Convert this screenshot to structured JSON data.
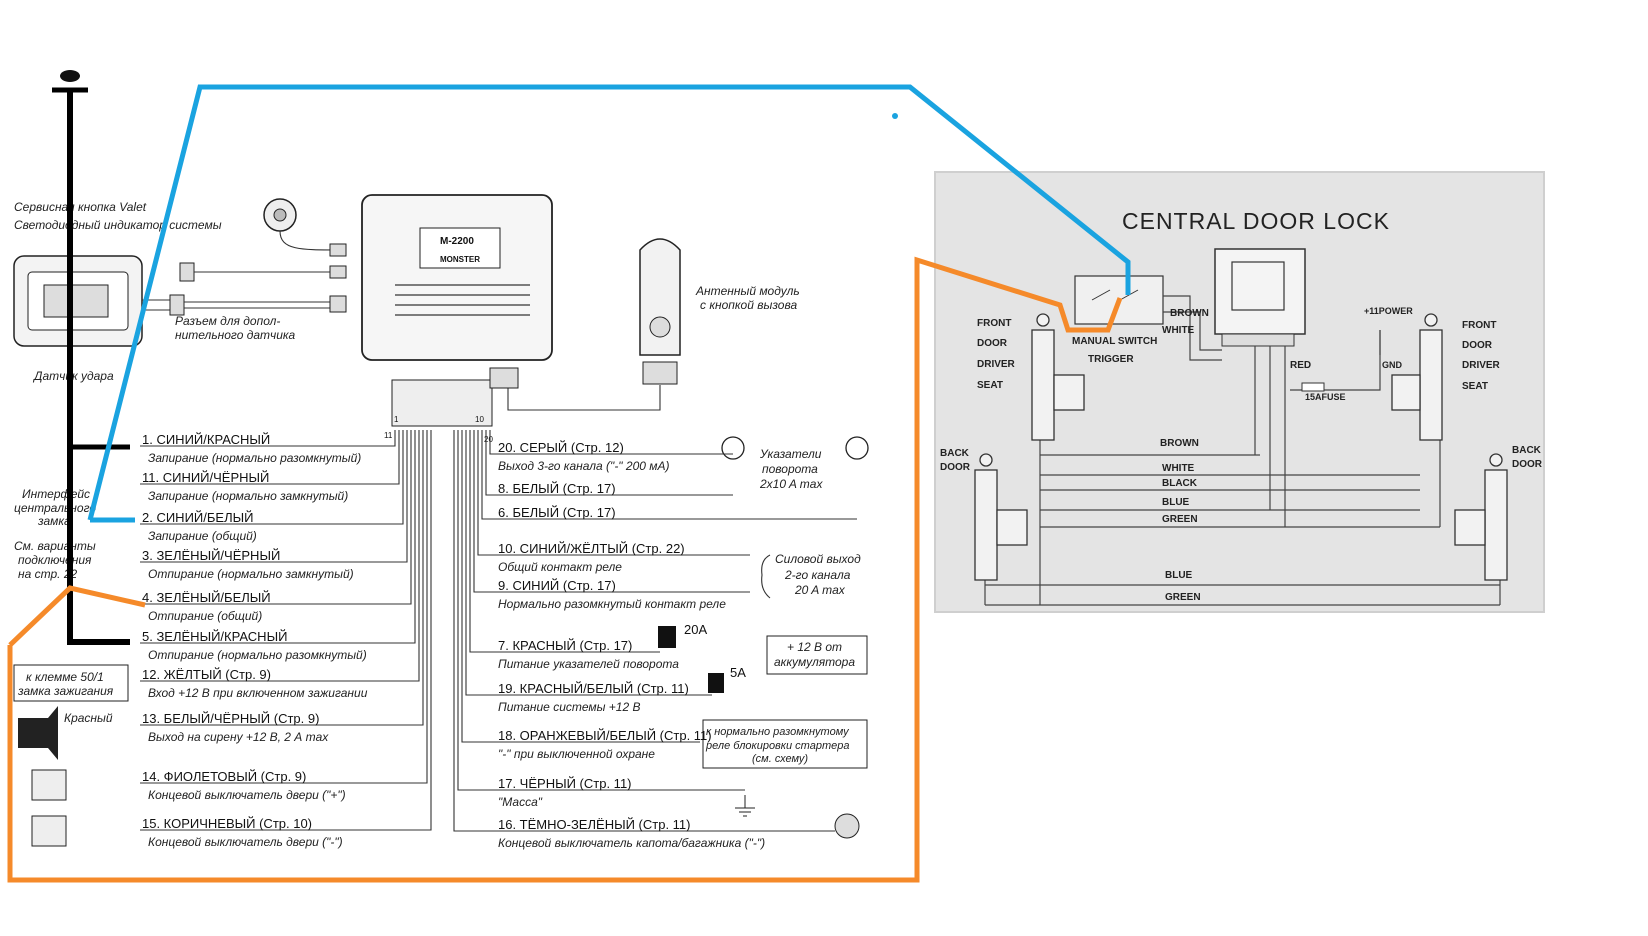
{
  "alarm": {
    "unit_model": "M-2200",
    "unit_brand": "MONSTER",
    "labels": {
      "valet_button": "Сервисная кнопка Valet",
      "led_indicator": "Светодиодный индикатор системы",
      "extra_sensor_1": "Разъем для допол-",
      "extra_sensor_2": "нительного датчика",
      "shock_sensor": "Датчик удара",
      "antenna_1": "Антенный модуль",
      "antenna_2": "с кнопкой вызова",
      "central_lock_1": "Интерфейс",
      "central_lock_2": "центрального",
      "central_lock_3": "замка.",
      "see_variants_1": "См. варианты",
      "see_variants_2": "подключения",
      "see_variants_3": "на стр. 22",
      "turn_signals_1": "Указатели",
      "turn_signals_2": "поворота",
      "turn_signals_3": "2x10 A max",
      "ch2_1": "Силовой выход",
      "ch2_2": "2-го канала",
      "ch2_3": "20 A max",
      "battery_1": "+ 12 В от",
      "battery_2": "аккумулятора",
      "ignition_1": "к клемме 50/1",
      "ignition_2": "замка зажигания",
      "siren": "Красный",
      "relay_1": "к нормально разомкнутому",
      "relay_2": "реле блокировки стартера",
      "relay_3": "(см. схему)",
      "fuse_20a": "20A",
      "fuse_5a": "5A",
      "pin_1": "1",
      "pin_10": "10",
      "pin_11": "11",
      "pin_20": "20"
    },
    "left_wires": [
      {
        "name": "1. СИНИЙ/КРАСНЫЙ",
        "desc": "Запирание (нормально разомкнутый)"
      },
      {
        "name": "11. СИНИЙ/ЧЁРНЫЙ",
        "desc": "Запирание (нормально замкнутый)"
      },
      {
        "name": "2. СИНИЙ/БЕЛЫЙ",
        "desc": "Запирание (общий)"
      },
      {
        "name": "3. ЗЕЛЁНЫЙ/ЧЁРНЫЙ",
        "desc": "Отпирание (нормально замкнутый)"
      },
      {
        "name": "4. ЗЕЛЁНЫЙ/БЕЛЫЙ",
        "desc": "Отпирание (общий)"
      },
      {
        "name": "5. ЗЕЛЁНЫЙ/КРАСНЫЙ",
        "desc": "Отпирание (нормально разомкнутый)"
      },
      {
        "name": "12. ЖЁЛТЫЙ (Стр. 9)",
        "desc": "Вход +12 В при включенном зажигании"
      },
      {
        "name": "13. БЕЛЫЙ/ЧЁРНЫЙ (Стр. 9)",
        "desc": "Выход на сирену +12 В, 2 А max"
      },
      {
        "name": "14. ФИОЛЕТОВЫЙ (Стр. 9)",
        "desc": "Концевой выключатель двери (\"+\")"
      },
      {
        "name": "15. КОРИЧНЕВЫЙ (Стр. 10)",
        "desc": "Концевой выключатель двери (\"-\")"
      }
    ],
    "right_wires": [
      {
        "name": "20. СЕРЫЙ (Стр. 12)",
        "desc": "Выход 3-го канала (\"-\" 200 мА)"
      },
      {
        "name": "8. БЕЛЫЙ (Стр. 17)",
        "desc": ""
      },
      {
        "name": "6. БЕЛЫЙ (Стр. 17)",
        "desc": ""
      },
      {
        "name": "10. СИНИЙ/ЖЁЛТЫЙ (Стр. 22)",
        "desc": "Общий контакт реле"
      },
      {
        "name": "9. СИНИЙ (Стр. 17)",
        "desc": "Нормально разомкнутый контакт реле"
      },
      {
        "name": "7. КРАСНЫЙ (Стр. 17)",
        "desc": "Питание указателей поворота"
      },
      {
        "name": "19. КРАСНЫЙ/БЕЛЫЙ (Стр. 11)",
        "desc": "Питание системы +12 В"
      },
      {
        "name": "18. ОРАНЖЕВЫЙ/БЕЛЫЙ (Стр. 11)",
        "desc": "\"-\" при выключенной охране"
      },
      {
        "name": "17. ЧЁРНЫЙ (Стр. 11)",
        "desc": "\"Масса\""
      },
      {
        "name": "16. ТЁМНО-ЗЕЛЁНЫЙ (Стр. 11)",
        "desc": "Концевой выключатель капота/багажника (\"-\")"
      }
    ]
  },
  "cdl": {
    "title": "CENTRAL DOOR LOCK",
    "labels": {
      "manual_switch": "MANUAL SWITCH",
      "trigger": "TRIGGER",
      "brown": "BROWN",
      "white": "WHITE",
      "power": "+11POWER",
      "gnd": "GND",
      "red": "RED",
      "fuse": "15AFUSE",
      "front_l1": "FRONT",
      "front_l2": "DOOR",
      "front_l3": "DRIVER",
      "front_l4": "SEAT",
      "front_r1": "FRONT",
      "front_r2": "DOOR",
      "front_r3": "DRIVER",
      "front_r4": "SEAT",
      "back_l1": "BACK",
      "back_l2": "DOOR",
      "back_r1": "BACK",
      "back_r2": "DOOR",
      "bus_brown": "BROWN",
      "bus_white": "WHITE",
      "bus_black": "BLACK",
      "bus_blue": "BLUE",
      "bus_green": "GREEN",
      "bus_blue2": "BLUE",
      "bus_green2": "GREEN"
    }
  },
  "colors": {
    "blue_overlay": "#1aa3e0",
    "orange_overlay": "#f58a2a",
    "black_overlay": "#000000",
    "photo_bg": "#e6e6e6"
  }
}
